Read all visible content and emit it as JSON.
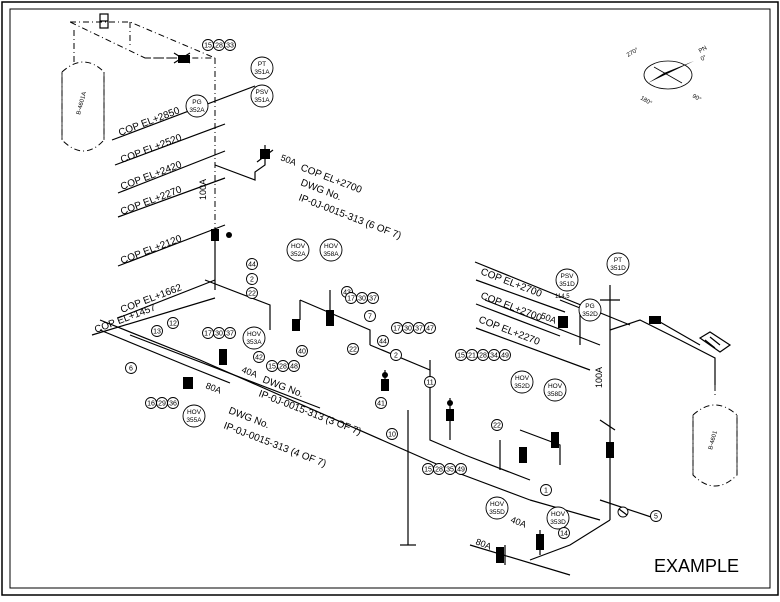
{
  "stamp": "EXAMPLE",
  "compass": {
    "n": "PN",
    "n0": "0°",
    "e": "90°",
    "s": "180°",
    "w": "270°"
  },
  "vessels": {
    "left": "B-4601A",
    "right": "B-4601"
  },
  "elevations": {
    "e2850": "COP EL+2850",
    "e2520": "COP EL+2520",
    "e2420": "COP EL+2420",
    "e2270a": "COP EL+2270",
    "e2120": "COP EL+2120",
    "e1662": "COP EL+1662",
    "e1457": "COP EL+1457",
    "e2700a": "COP EL+2700",
    "e2700b": "COP EL+2700",
    "e2270b": "COP EL+2270"
  },
  "dwg": {
    "d1_label": "DWG No.",
    "d1_num": "IP-0J-0015-313 (6 OF 7)",
    "d2_label": "DWG No.",
    "d2_num": "IP-0J-0015-313 (3 OF 7)",
    "d3_label": "DWG No.",
    "d3_num": "IP-0J-0015-313 (4 OF 7)"
  },
  "sizes": {
    "s100a_left": "100A",
    "s100a_right": "100A",
    "s50a_top": "50A",
    "s50a_right": "50A",
    "s40a_mid": "40A",
    "s80a_mid": "80A",
    "s40a_bot": "40A",
    "s80a_bot": "80A",
    "s114": "114.5"
  },
  "instruments": {
    "pt351a": [
      "PT",
      "351A"
    ],
    "psv351a": [
      "PSV",
      "351A"
    ],
    "pg352a": [
      "PG",
      "352A"
    ],
    "hov352a": [
      "HOV",
      "352A"
    ],
    "hov358a": [
      "HOV",
      "358A"
    ],
    "hov353a": [
      "HOV",
      "353A"
    ],
    "hov355a": [
      "HOV",
      "355A"
    ],
    "psv351d": [
      "PSV",
      "351D"
    ],
    "pt351d": [
      "PT",
      "351D"
    ],
    "pg352d": [
      "PG",
      "352D"
    ],
    "hov352d": [
      "HOV",
      "352D"
    ],
    "hov358d": [
      "HOV",
      "358D"
    ],
    "hov355d": [
      "HOV",
      "355D"
    ],
    "hov353d": [
      "HOV",
      "353D"
    ]
  },
  "callouts": {
    "c_152833": [
      "15",
      "28",
      "33"
    ],
    "c_44": [
      "44"
    ],
    "c_2a": [
      "2"
    ],
    "c_22a": [
      "22"
    ],
    "c_43": [
      "43"
    ],
    "c_173037a": [
      "17",
      "30",
      "37"
    ],
    "c_7": [
      "7"
    ],
    "c_12": [
      "12"
    ],
    "c_13": [
      "13"
    ],
    "c_173037b": [
      "17",
      "30",
      "37"
    ],
    "c_42": [
      "42"
    ],
    "c_152848": [
      "15",
      "28",
      "48"
    ],
    "c_40": [
      "40"
    ],
    "c_6": [
      "6"
    ],
    "c_162936": [
      "16",
      "29",
      "36"
    ],
    "c_17303747": [
      "17",
      "30",
      "37",
      "47"
    ],
    "c_44b": [
      "44"
    ],
    "c_22b": [
      "22"
    ],
    "c_2b": [
      "2"
    ],
    "c_41": [
      "41"
    ],
    "c_1521283449": [
      "15",
      "21",
      "28",
      "34",
      "49"
    ],
    "c_11": [
      "11"
    ],
    "c_10": [
      "10"
    ],
    "c_22c": [
      "22"
    ],
    "c_15283549": [
      "15",
      "28",
      "35",
      "49"
    ],
    "c_1": [
      "1"
    ],
    "c_14": [
      "14"
    ],
    "c_5": [
      "5"
    ]
  }
}
